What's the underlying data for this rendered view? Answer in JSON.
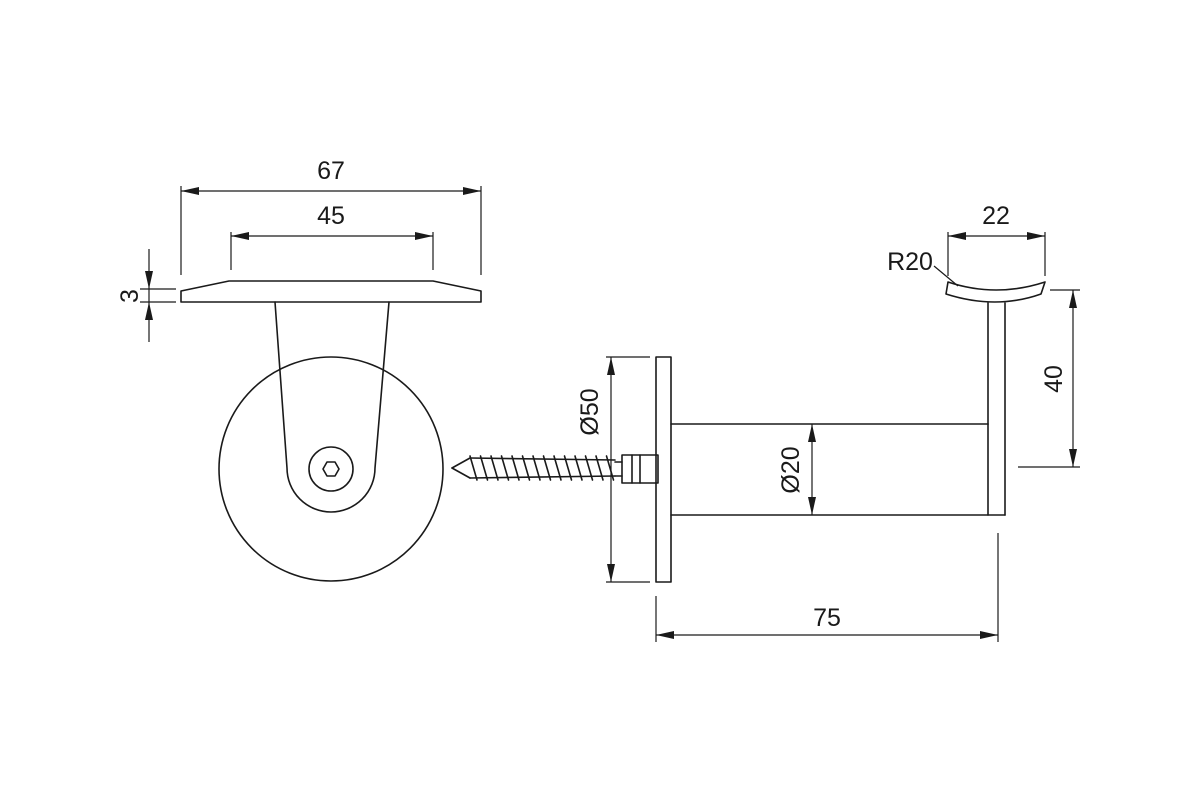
{
  "drawing": {
    "dimensions": {
      "plate_width": "67",
      "plate_inner": "45",
      "plate_thickness": "3",
      "flange_diameter": "Ø50",
      "tube_diameter": "Ø20",
      "saddle_width": "22",
      "saddle_radius": "R20",
      "height": "40",
      "projection": "75"
    }
  }
}
